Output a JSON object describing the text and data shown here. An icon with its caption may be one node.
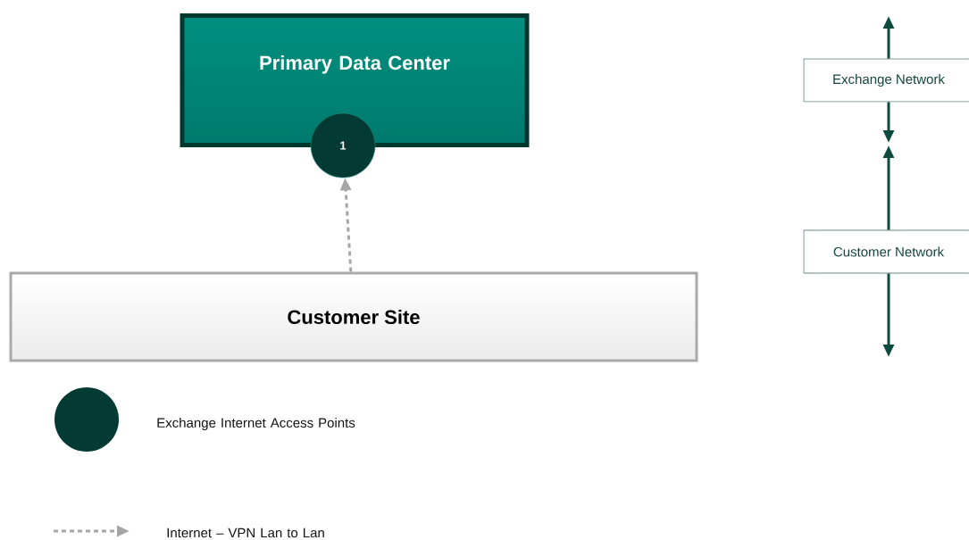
{
  "diagram": {
    "nodes": [
      {
        "text": [
          "Primary Data Center"
        ]
      },
      {
        "text": [
          "1"
        ]
      },
      {
        "text": [
          "Customer Site"
        ]
      },
      {
        "text": [
          "Exchange Network"
        ]
      },
      {
        "text": [
          "Customer Network"
        ]
      }
    ],
    "edges": [
      {
        "from": 2,
        "to": 1,
        "arrow": "to",
        "style": "dashed",
        "color": "#a6a6a6"
      },
      {
        "from": 3,
        "to": null,
        "arrow": "to"
      },
      {
        "from": 3,
        "to": null,
        "arrow": "to"
      },
      {
        "from": 4,
        "to": null,
        "arrow": "to"
      },
      {
        "from": 4,
        "to": null,
        "arrow": "to"
      }
    ],
    "legend": [
      {
        "text": "Exchange Internet Access Points"
      },
      {
        "text": "Internet – VPN Lan to Lan"
      }
    ]
  }
}
